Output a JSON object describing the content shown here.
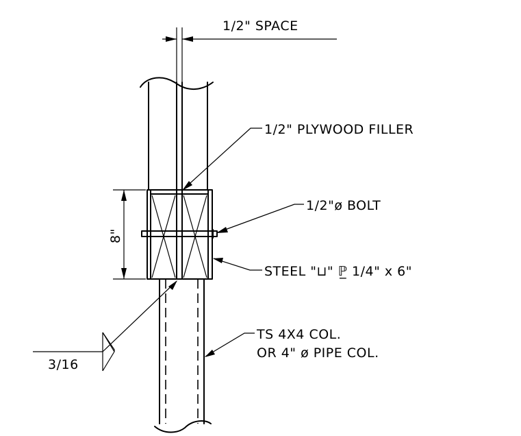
{
  "labels": {
    "space": "1/2\" SPACE",
    "plywood": "1/2\" PLYWOOD FILLER",
    "bolt": "1/2\"ø BOLT",
    "steel": "STEEL \"⊔\" ℙ̲ 1/4\" x 6\"",
    "column_line1": "TS 4X4 COL.",
    "column_line2": "OR 4\" ø PIPE COL.",
    "weld": "3/16",
    "dimension": "8\""
  }
}
